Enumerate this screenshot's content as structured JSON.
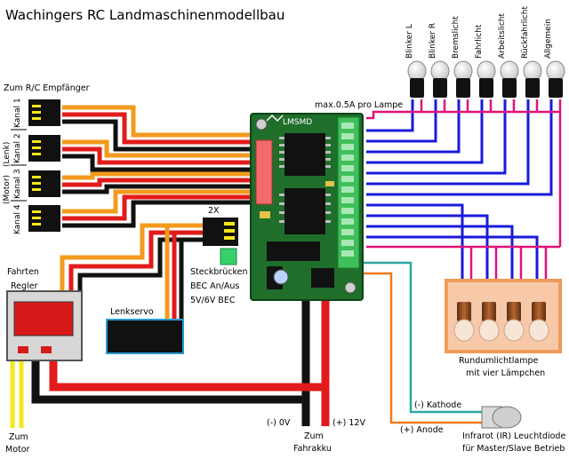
{
  "title": "Wachingers RC Landmaschinenmodellbau",
  "receiver_label": "Zum R/C Empfänger",
  "channels": [
    "Kanal 1",
    "Kanal 2",
    "Kanal 3",
    "Kanal 4"
  ],
  "channel_notes": [
    "(Lenk)",
    "(Motor)"
  ],
  "max_current_label": "max.0.5A pro Lampe",
  "lamps": [
    "Blinker L",
    "Blinker R",
    "Bremslicht",
    "Fahrlicht",
    "Arbeitslicht",
    "Rückfahrlicht",
    "Allgemein"
  ],
  "board_label": "LMSMD",
  "jumper_count_label": "2X",
  "jumper_text": [
    "Steckbrücken",
    "BEC An/Aus",
    "5V/6V BEC"
  ],
  "esc_label": [
    "Fahrten",
    "Regler"
  ],
  "servo_label": "Lenkservo",
  "motor_label": [
    "Zum",
    "Motor"
  ],
  "battery_labels": {
    "minus": "(-) 0V",
    "plus": "(+) 12V",
    "target": [
      "Zum",
      "Fahrakku"
    ]
  },
  "round_lamp_label": [
    "Rundumlichtlampe",
    "mit vier Lämpchen"
  ],
  "ir_labels": {
    "cathode": "(-) Kathode",
    "anode": "(+) Anode",
    "desc": [
      "Infrarot (IR) Leuchtdiode",
      "für Master/Slave Betrieb"
    ]
  },
  "colors": {
    "board": "#1f6e2a",
    "wire_blue": "#1a1adb",
    "wire_magenta": "#e0127a",
    "wire_black": "#111111",
    "wire_red": "#e11b1b",
    "wire_orange": "#f39a1c",
    "wire_yellow": "#f6e71a",
    "wire_teal": "#2aa7a0",
    "round_lamp_box": "#f7c9a8"
  }
}
